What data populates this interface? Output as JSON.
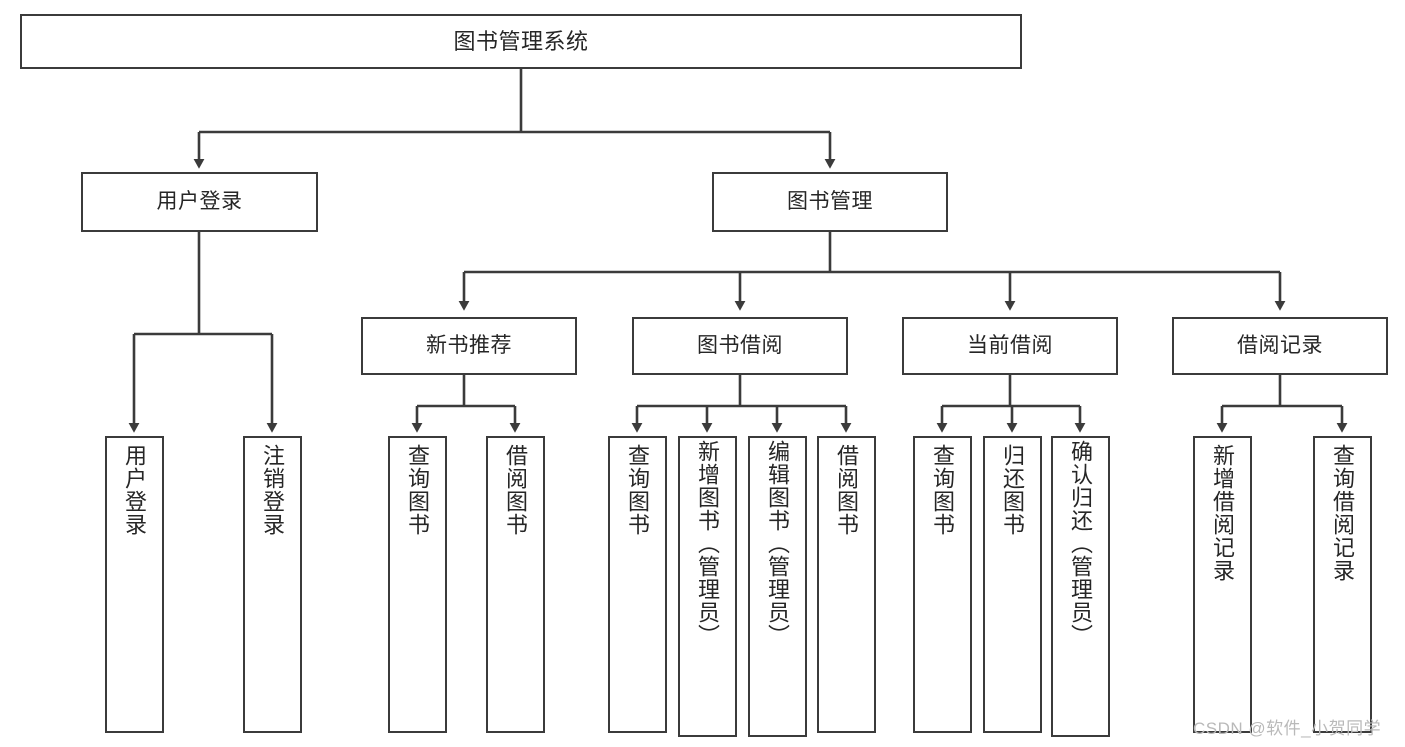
{
  "diagram": {
    "title": "图书管理系统",
    "type": "hierarchy-tree",
    "watermark": "CSDN @软件_小贺同学",
    "colors": {
      "node_border": "#3b3b3b",
      "node_fill": "#ffffff",
      "edge": "#3b3b3b",
      "text": "#262626",
      "watermark": "#b9b9b9",
      "background": "#ffffff"
    },
    "levels": {
      "root": {
        "label": "图书管理系统"
      },
      "level1": [
        {
          "label": "用户登录"
        },
        {
          "label": "图书管理"
        }
      ],
      "level2": [
        {
          "label": "新书推荐"
        },
        {
          "label": "图书借阅"
        },
        {
          "label": "当前借阅"
        },
        {
          "label": "借阅记录"
        }
      ],
      "leaves": {
        "user_login": [
          {
            "label": "用户登录"
          },
          {
            "label": "注销登录"
          }
        ],
        "new_book_recommend": [
          {
            "label": "查询图书"
          },
          {
            "label": "借阅图书"
          }
        ],
        "book_borrow": [
          {
            "label": "查询图书"
          },
          {
            "label": "新增图书（管理员）"
          },
          {
            "label": "编辑图书（管理员）"
          },
          {
            "label": "借阅图书"
          }
        ],
        "current_borrow": [
          {
            "label": "查询图书"
          },
          {
            "label": "归还图书"
          },
          {
            "label": "确认归还（管理员）"
          }
        ],
        "borrow_record": [
          {
            "label": "新增借阅记录"
          },
          {
            "label": "查询借阅记录"
          }
        ]
      }
    }
  }
}
